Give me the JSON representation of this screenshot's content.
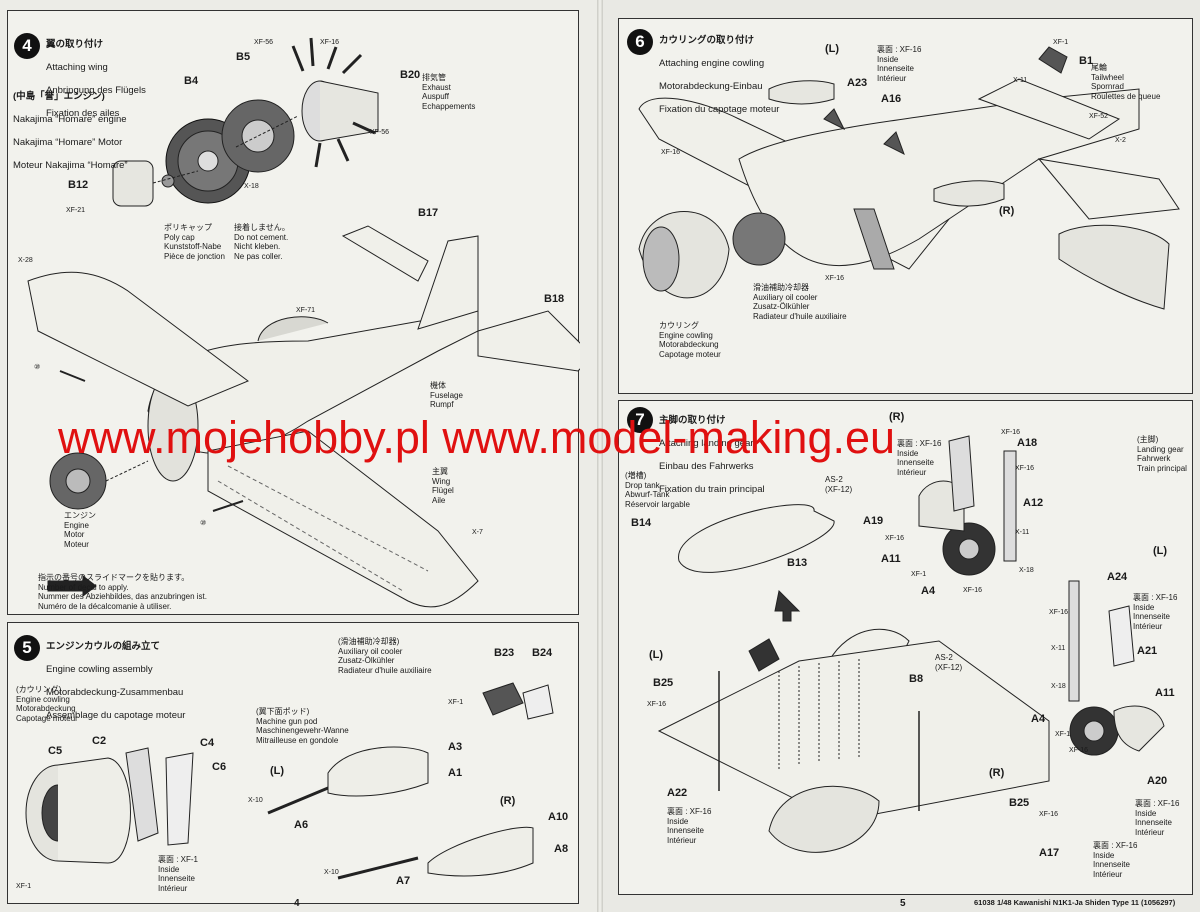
{
  "step4": {
    "num": "4",
    "title_jp": "翼の取り付け",
    "title_en": "Attaching wing",
    "title_de": "Anbringung des Flügels",
    "title_fr": "Fixation des ailes",
    "engine_jp": "(中島「誉」エンジン)",
    "engine_en": "Nakajima “Homare” engine",
    "engine_de": "Nakajima “Homare” Motor",
    "engine_fr": "Moteur Nakajima “Homare”",
    "exhaust": "排気管\nExhaust\nAuspuff\nEchappements",
    "polycap": "ポリキャップ\nPoly cap\nKunststoff-Nabe\nPièce de jonction",
    "nocement": "接着しません。\nDo not cement.\nNicht kleben.\nNe pas coller.",
    "fuselage": "機体\nFuselage\nRumpf",
    "wing": "主翼\nWing\nFlügel\nAile",
    "engine": "エンジン\nEngine\nMotor\nMoteur",
    "decal_note": "指示の番号のスライドマークを貼ります。\nNumber of decal to apply.\nNummer des Abziehbildes, das anzubringen ist.\nNuméro de la décalcomanie à utiliser.",
    "parts": [
      "B4",
      "B5",
      "B20",
      "B12",
      "B17",
      "B18"
    ],
    "codes": [
      "XF-56",
      "XF-16",
      "XF-56",
      "X-18",
      "XF-21",
      "XF-71",
      "X-28",
      "X-7",
      "⑩",
      "⑩"
    ]
  },
  "step5": {
    "num": "5",
    "title_jp": "エンジンカウルの組み立て",
    "title_en": "Engine cowling assembly",
    "title_de": "Motorabdeckung-Zusammenbau",
    "title_fr": "Assemblage du capotage moteur",
    "cowling": "(カウリング)\nEngine cowling\nMotorabdeckung\nCapotage moteur",
    "oilcooler": "(滑油補助冷却器)\nAuxiliary oil cooler\nZusatz-Ölkühler\nRadiateur d'huile auxiliaire",
    "gunpod": "(翼下面ポッド)\nMachine gun pod\nMaschinengewehr-Wanne\nMitrailleuse en gondole",
    "inside": "裏面 : XF-1\nInside\nInnenseite\nIntérieur",
    "left": "(L)",
    "right": "(R)",
    "parts": [
      "C5",
      "C2",
      "C4",
      "C6",
      "B23",
      "B24",
      "A3",
      "A1",
      "A6",
      "A10",
      "A8",
      "A7"
    ],
    "codes": [
      "XF-1",
      "XF-1",
      "X-10",
      "X-10"
    ]
  },
  "step6": {
    "num": "6",
    "title_jp": "カウリングの取り付け",
    "title_en": "Attaching engine cowling",
    "title_de": "Motorabdeckung-Einbau",
    "title_fr": "Fixation du capotage moteur",
    "tailwheel": "尾輪\nTailwheel\nSpornrad\nRoulettes de queue",
    "inside": "裏面 : XF-16\nInside\nInnenseite\nIntérieur",
    "oilcooler": "滑油補助冷却器\nAuxiliary oil cooler\nZusatz-Ölkühler\nRadiateur d'huile auxiliaire",
    "cowling": "カウリング\nEngine cowling\nMotorabdeckung\nCapotage moteur",
    "left": "(L)",
    "right": "(R)",
    "parts": [
      "B1",
      "A23",
      "A16"
    ],
    "codes": [
      "XF-1",
      "X-11",
      "XF-52",
      "X-2",
      "XF-16",
      "XF-16"
    ]
  },
  "step7": {
    "num": "7",
    "title_jp": "主脚の取り付け",
    "title_en": "Attaching landing gear",
    "title_de": "Einbau des Fahrwerks",
    "title_fr": "Fixation du train principal",
    "droptank": "(増槽)\nDrop tank\nAbwurf-Tank\nRéservoir largable",
    "maingear": "(主脚)\nLanding gear\nFahrwerk\nTrain principal",
    "inside": "裏面 : XF-16\nInside\nInnenseite\nIntérieur",
    "as2": "AS-2\n(XF-12)",
    "left": "(L)",
    "right": "(R)",
    "parts": [
      "A18",
      "A12",
      "A19",
      "A11",
      "A4",
      "B14",
      "B13",
      "A24",
      "A21",
      "A11",
      "A4",
      "A20",
      "B8",
      "B25",
      "A22",
      "B25",
      "A17"
    ],
    "codes": [
      "XF-16",
      "XF-16",
      "X-11",
      "X-18",
      "XF-16",
      "XF-1",
      "XF-16",
      "XF-16",
      "X-11",
      "X-18",
      "XF-1",
      "XF-16",
      "XF-16",
      "XF-16"
    ]
  },
  "watermark": "www.mojehobby.pl www.model-making.eu",
  "page_left": "4",
  "page_right": "5",
  "footer": "61038  1/48 Kawanishi N1K1-Ja Shiden Type 11 (1056297)",
  "colors": {
    "watermark": "#e01010",
    "paper": "#ecece7",
    "ink": "#1a1a1a"
  }
}
